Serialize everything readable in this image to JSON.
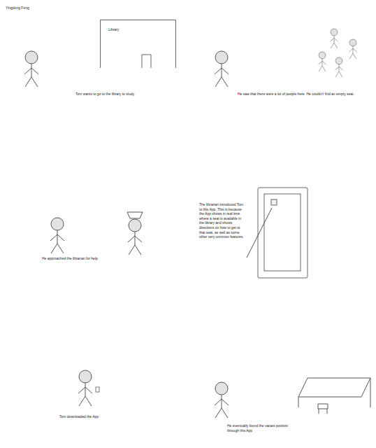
{
  "diagram": {
    "nodes": [
      {
        "text": [
          "Library"
        ]
      }
    ],
    "labels": [
      "Yingdong Feng",
      "Tom wants to go to the library to study",
      "He saw that there were a lot of people here. He couldn't find an empty seat.",
      "He approached the librarian for help",
      "The librarian introduced Tom to this App. This is because the App shows in real time where a seat is available in the library and shows directions on how to get to that seat, as well as some other very common features.",
      "Tom downloaded the App",
      "He eventually found the vacant position through this App"
    ]
  }
}
